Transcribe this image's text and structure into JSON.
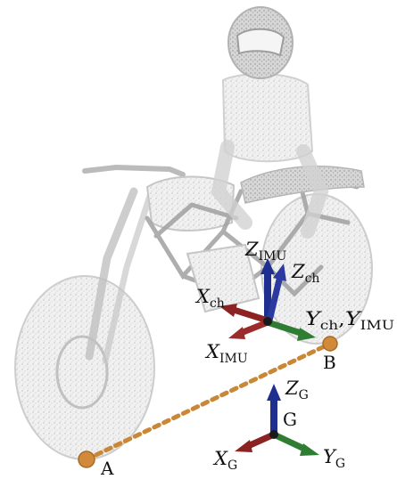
{
  "figure": {
    "colors": {
      "x_axis": "#8b2323",
      "y_axis": "#2e7d32",
      "z_axis": "#1f2f8f",
      "point": "#d08a3a",
      "dash_line": "#c98838",
      "silhouette": "#b8b8b8"
    },
    "points": {
      "A": "A",
      "B": "B",
      "G": "G"
    },
    "frames": {
      "imu_chassis": {
        "z_label": "Z",
        "z_sub": "IMU",
        "z_ch_label": "Z",
        "z_ch_sub": "ch",
        "x_ch_label": "X",
        "x_ch_sub": "ch",
        "x_imu_label": "X",
        "x_imu_sub": "IMU",
        "y_label_1": "Y",
        "y_sub_1": "ch",
        "y_sep": ",",
        "y_label_2": "Y",
        "y_sub_2": "IMU"
      },
      "ground": {
        "z_label": "Z",
        "z_sub": "G",
        "x_label": "X",
        "x_sub": "G",
        "y_label": "Y",
        "y_sub": "G"
      }
    }
  }
}
